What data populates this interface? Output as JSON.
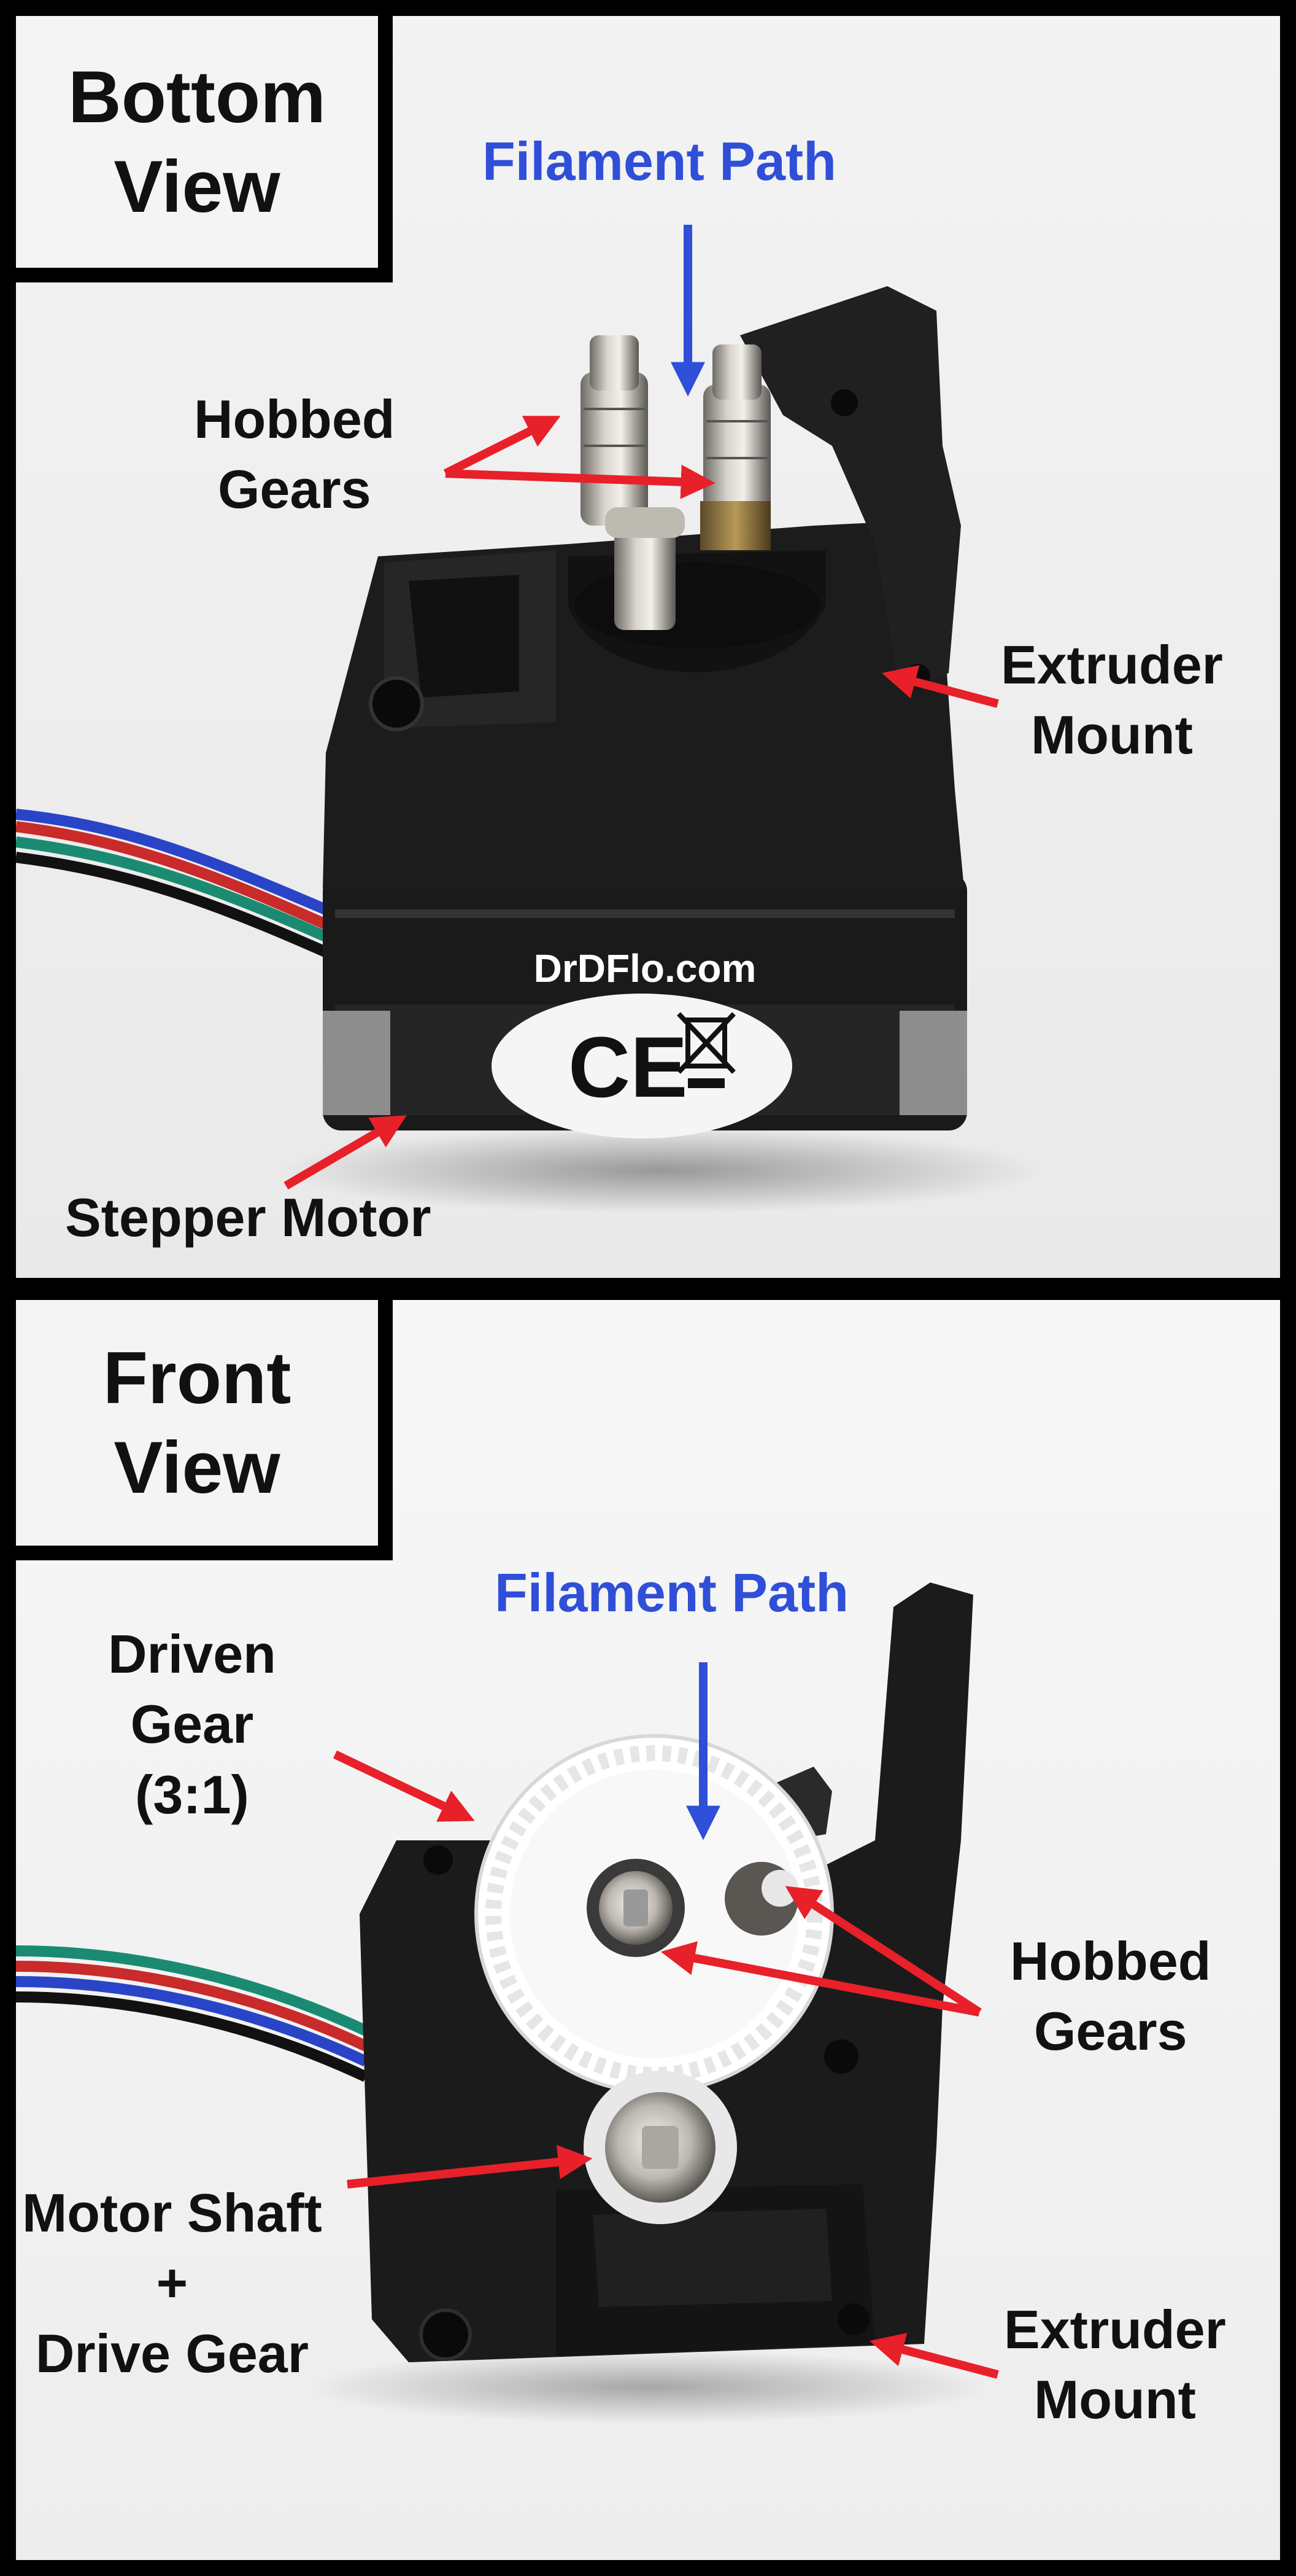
{
  "top": {
    "view_label": [
      "Bottom",
      "View"
    ],
    "labels": {
      "filament_path": "Filament Path",
      "hobbed_gears": [
        "Hobbed",
        "Gears"
      ],
      "extruder_mount": [
        "Extruder",
        "Mount"
      ],
      "stepper_motor": "Stepper Motor",
      "website": "DrDFlo.com",
      "ce_mark": "CE"
    }
  },
  "bottom": {
    "view_label": [
      "Front",
      "View"
    ],
    "labels": {
      "filament_path": "Filament Path",
      "driven_gear": [
        "Driven",
        "Gear",
        "(3:1)"
      ],
      "hobbed_gears": [
        "Hobbed",
        "Gears"
      ],
      "motor_shaft": [
        "Motor Shaft",
        "+",
        "Drive Gear"
      ],
      "extruder_mount": [
        "Extruder",
        "Mount"
      ]
    }
  },
  "colors": {
    "red_arrow": "#e8202a",
    "blue_arrow": "#2f4fd8",
    "frame": "#000000",
    "printed_part": "#1b1b1b"
  }
}
